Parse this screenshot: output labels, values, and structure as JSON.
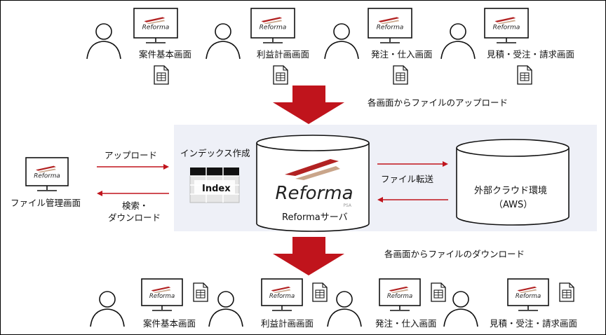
{
  "top_screens": [
    {
      "label": "案件基本画面"
    },
    {
      "label": "利益計画画面"
    },
    {
      "label": "発注・仕入画面"
    },
    {
      "label": "見積・受注・請求画面"
    }
  ],
  "bottom_screens": [
    {
      "label": "案件基本画面"
    },
    {
      "label": "利益計画画面"
    },
    {
      "label": "発注・仕入画面"
    },
    {
      "label": "見積・受注・請求画面"
    }
  ],
  "upload_note": "各画面からファイルのアップロード",
  "download_note": "各画面からファイルのダウンロード",
  "file_mgmt": {
    "label": "ファイル管理画面"
  },
  "upload_arrow": {
    "label": "アップロード"
  },
  "search_arrow": {
    "line1": "検索・",
    "line2": "ダウンロード"
  },
  "index": {
    "heading": "インデックス作成",
    "label": "Index"
  },
  "server": {
    "logo_text": "Reforma",
    "logo_sub": "PSA",
    "label": "Reformaサーバ"
  },
  "transfer": {
    "label": "ファイル転送"
  },
  "cloud": {
    "line1": "外部クラウド環境",
    "line2": "（AWS）"
  },
  "monitor_logo": "Reforma",
  "colors": {
    "arrow": "#c0141c",
    "accent": "#b22222",
    "panel": "#eef0f7"
  }
}
